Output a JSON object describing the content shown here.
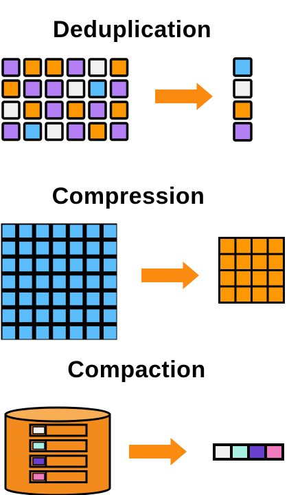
{
  "sections": [
    {
      "title": "Deduplication",
      "input_grid": [
        [
          "purple",
          "orange",
          "orange",
          "purple",
          "white",
          "orange"
        ],
        [
          "orange",
          "purple",
          "purple",
          "white",
          "blue",
          "purple"
        ],
        [
          "white",
          "orange",
          "purple",
          "orange",
          "purple",
          "orange"
        ],
        [
          "purple",
          "blue",
          "white",
          "purple",
          "orange",
          "purple"
        ]
      ],
      "output_column": [
        "blue",
        "white",
        "orange",
        "purple"
      ]
    },
    {
      "title": "Compression",
      "input": {
        "rows": 7,
        "cols": 7,
        "color": "blue"
      },
      "output": {
        "rows": 4,
        "cols": 4,
        "color": "orange"
      }
    },
    {
      "title": "Compaction",
      "cylinder_rows": [
        "white",
        "mint",
        "violet",
        "pink"
      ],
      "output_strip": [
        "white",
        "mint",
        "violet",
        "pink"
      ]
    }
  ],
  "colors": {
    "purple": "#b580f5",
    "orange": "#fe9800",
    "white": "#f0f0f0",
    "blue": "#5bbdfb",
    "mint": "#a8f0e4",
    "violet": "#6b3fcf",
    "pink": "#f27bc0",
    "arrow": "#fb8a10",
    "cylinder_body": "#f28a1c",
    "cylinder_top": "#f7ae55",
    "outline": "#000000"
  }
}
